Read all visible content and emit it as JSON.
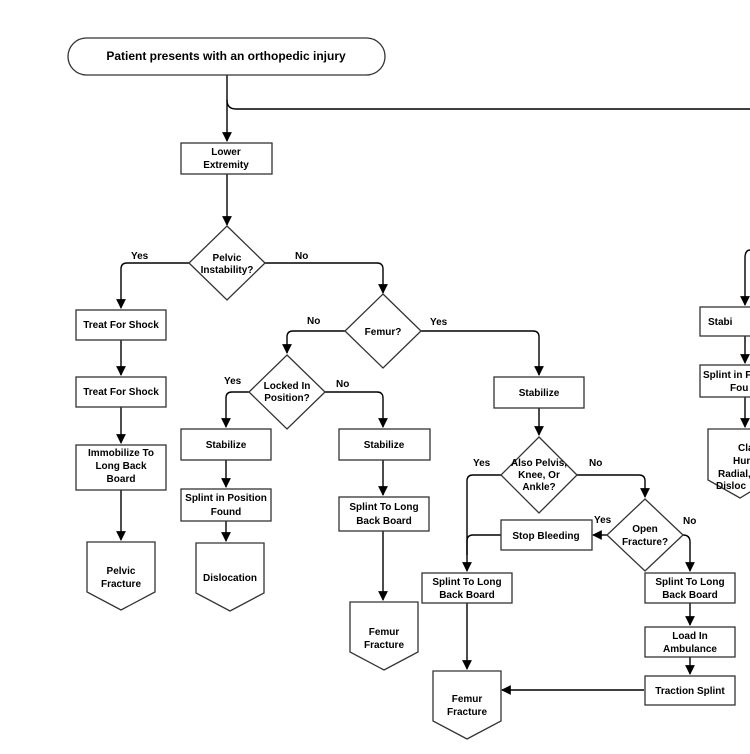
{
  "nodes": {
    "start": "Patient presents with an orthopedic injury",
    "lower_extremity": [
      "Lower",
      "Extremity"
    ],
    "pelvic_instability": [
      "Pelvic",
      "Instability?"
    ],
    "treat_shock_1": "Treat For Shock",
    "treat_shock_2": "Treat For Shock",
    "immobilize": [
      "Immobilize To",
      "Long Back",
      "Board"
    ],
    "pelvic_fracture": [
      "Pelvic",
      "Fracture"
    ],
    "femur_q": "Femur?",
    "locked_q": [
      "Locked In",
      "Position?"
    ],
    "stabilize_a": "Stabilize",
    "splint_position": [
      "Splint in Position",
      "Found"
    ],
    "dislocation": "Dislocation",
    "stabilize_b": "Stabilize",
    "splint_long_b": [
      "Splint To Long",
      "Back Board"
    ],
    "femur_fracture_b": [
      "Femur",
      "Fracture"
    ],
    "stabilize_c": "Stabilize",
    "also_pelvis_q": [
      "Also Pelvis,",
      "Knee, Or",
      "Ankle?"
    ],
    "open_fracture_q": [
      "Open",
      "Fracture?"
    ],
    "stop_bleeding": "Stop Bleeding",
    "splint_long_c": [
      "Splint To Long",
      "Back Board"
    ],
    "splint_long_d": [
      "Splint To Long",
      "Back Board"
    ],
    "load_ambulance": [
      "Load In",
      "Ambulance"
    ],
    "traction_splint": "Traction Splint",
    "femur_fracture_c": [
      "Femur",
      "Fracture"
    ],
    "stabi_cut": "Stabi",
    "splint_cut": [
      "Splint in F",
      "Fou"
    ],
    "clav_cut": [
      "Clavi",
      "Hume",
      "Radial,",
      "Disloc"
    ]
  },
  "edge_labels": {
    "pelvic_yes": "Yes",
    "pelvic_no": "No",
    "femur_no": "No",
    "femur_yes": "Yes",
    "locked_yes": "Yes",
    "locked_no": "No",
    "also_yes": "Yes",
    "also_no": "No",
    "open_yes": "Yes",
    "open_no": "No"
  }
}
